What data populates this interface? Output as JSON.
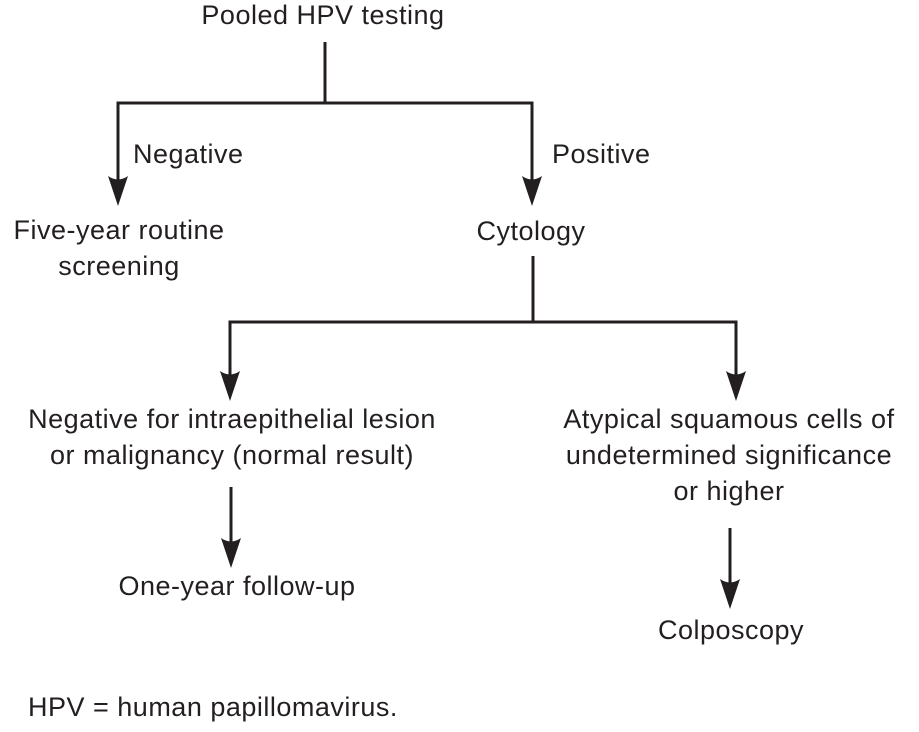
{
  "palette": {
    "ink": "#231f20",
    "background": "#ffffff"
  },
  "flowchart": {
    "title": "Pooled HPV testing",
    "branch_labels": {
      "negative": "Negative",
      "positive": "Positive"
    },
    "nodes": {
      "five_year": {
        "lines": [
          "Five-year routine",
          "screening"
        ]
      },
      "cytology": {
        "label": "Cytology"
      },
      "nilm": {
        "lines": [
          "Negative for intraepithelial lesion",
          "or malignancy (normal result)"
        ]
      },
      "one_year": {
        "label": "One-year follow-up"
      },
      "ascus": {
        "lines": [
          "Atypical squamous cells of",
          "undetermined significance",
          "or higher"
        ]
      },
      "colposcopy": {
        "label": "Colposcopy"
      }
    },
    "footnote": "HPV = human papillomavirus."
  }
}
